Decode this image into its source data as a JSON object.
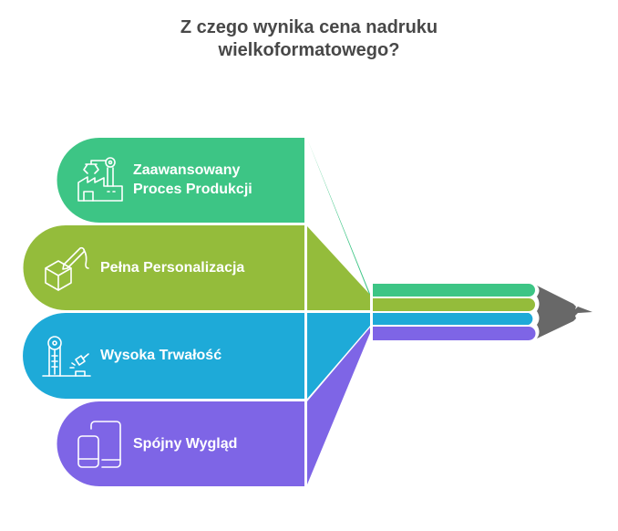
{
  "title": {
    "line1": "Z czego wynika cena nadruku",
    "line2": "wielkoformatowego?"
  },
  "colors": {
    "title": "#484848",
    "green": "#3DC585",
    "olive": "#94BC3B",
    "blue": "#1EAAD8",
    "purple": "#7E65E6",
    "pencil_tip": "#686868"
  },
  "items": [
    {
      "line1": "Zaawansowany",
      "line2": "Proces Produkcji",
      "icon": "factory-robot-arm-icon",
      "color": "#3DC585"
    },
    {
      "line1": "Pełna Personalizacja",
      "icon": "box-pen-icon",
      "color": "#94BC3B"
    },
    {
      "line1": "Wysoka Trwałość",
      "icon": "strength-tester-hammer-icon",
      "color": "#1EAAD8"
    },
    {
      "line1": "Spójny Wygląd",
      "icon": "phone-tablet-devices-icon",
      "color": "#7E65E6"
    }
  ]
}
